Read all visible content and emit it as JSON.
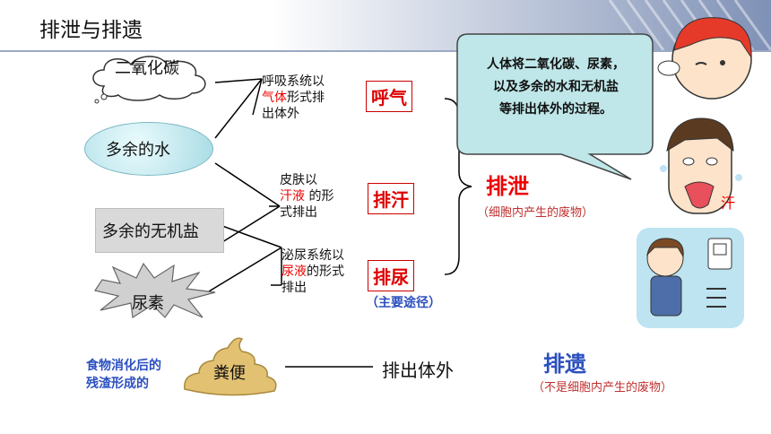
{
  "page": {
    "title": "排泄与排遗"
  },
  "sources": {
    "co2": "二氧化碳",
    "water": "多余的水",
    "salt": "多余的无机盐",
    "urea": "尿素"
  },
  "routes": [
    {
      "pre": "呼吸系统以",
      "red": "气体",
      "post": "形式排",
      "last": "出体外",
      "box": "呼气"
    },
    {
      "pre": "皮肤以",
      "red": "汗液",
      "post": "的形",
      "last": "式排出",
      "box": "排汗"
    },
    {
      "pre": "泌尿系统以",
      "red": "尿液",
      "post": "的形式",
      "last": "排出",
      "box": "排尿"
    }
  ],
  "main_route": "（主要途径）",
  "definition": [
    "人体将二氧化碳、尿素，",
    "以及多余的水和无机盐",
    "等排出体外的过程。"
  ],
  "excretion": {
    "label": "排泄",
    "sub": "（细胞内产生的废物）"
  },
  "egestion": {
    "food_desc": [
      "食物消化后的",
      "残渣形成的"
    ],
    "feces": "粪便",
    "out": "排出体外",
    "label": "排遗",
    "sub": "（不是细胞内产生的废物）"
  },
  "colors": {
    "red": "#e00000",
    "blue": "#2b4fbf",
    "bubble": "#bfe6e8"
  }
}
